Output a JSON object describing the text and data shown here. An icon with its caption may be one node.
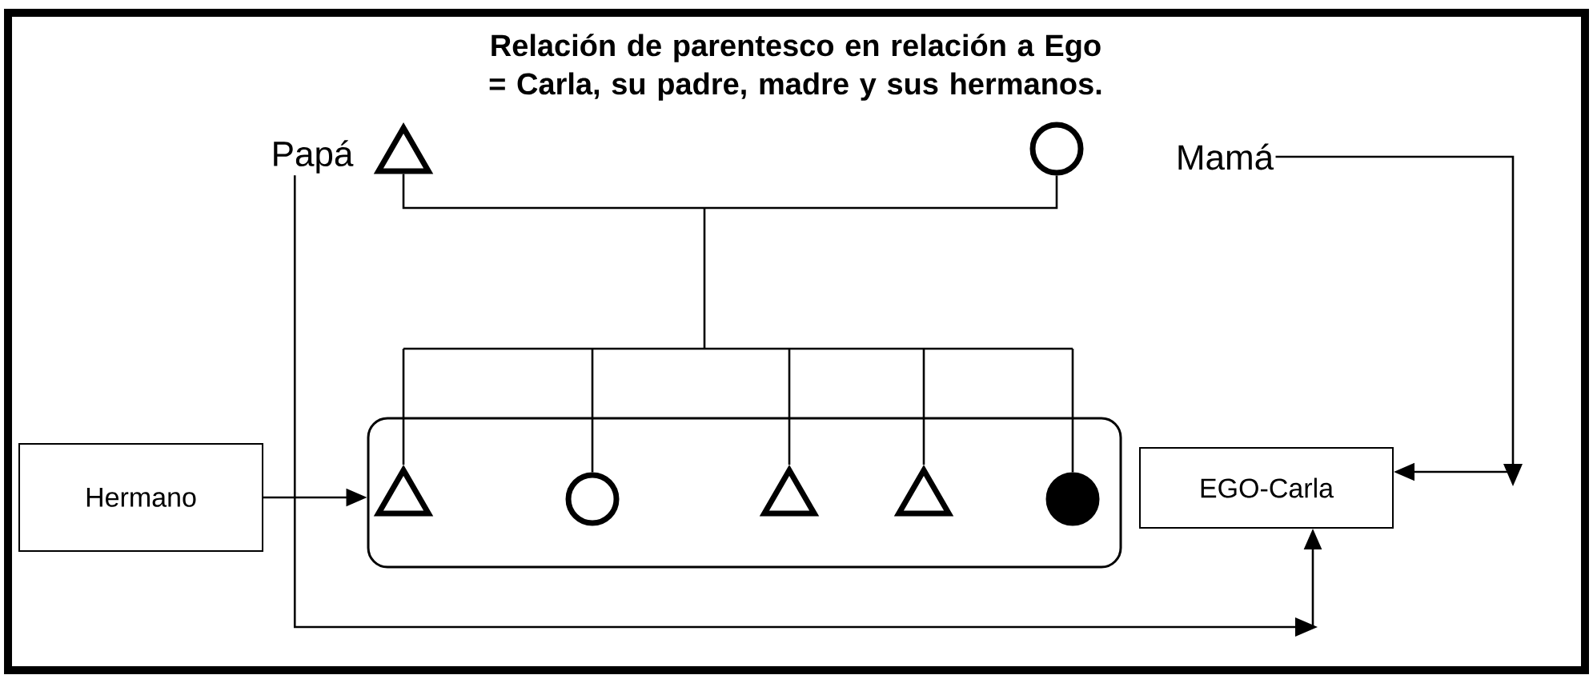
{
  "diagram": {
    "title": "Relación de parentesco en relación a Ego = Carla, su padre, madre y sus hermanos.",
    "nodes": [
      {
        "text": [
          "Papá"
        ]
      },
      {
        "text": [],
        "shape": "triangle"
      },
      {
        "text": [],
        "shape": "circle"
      },
      {
        "text": [
          "Mamá"
        ]
      },
      {
        "text": [],
        "shape": "box"
      },
      {
        "text": [],
        "shape": "triangle",
        "in": 4
      },
      {
        "text": [],
        "shape": "circle",
        "in": 4
      },
      {
        "text": [],
        "shape": "triangle",
        "in": 4
      },
      {
        "text": [],
        "shape": "triangle",
        "in": 4
      },
      {
        "text": [],
        "shape": "circle",
        "in": 4
      },
      {
        "text": [
          "Hermano"
        ]
      },
      {
        "text": [
          "EGO-Carla"
        ]
      }
    ],
    "edges": [
      {
        "from": 1,
        "to": 2,
        "arrow": "none"
      },
      {
        "from": 1,
        "to": 5,
        "arrow": "none"
      },
      {
        "from": 1,
        "to": 6,
        "arrow": "none"
      },
      {
        "from": 1,
        "to": 7,
        "arrow": "none"
      },
      {
        "from": 1,
        "to": 8,
        "arrow": "none"
      },
      {
        "from": 1,
        "to": 9,
        "arrow": "none"
      },
      {
        "from": 2,
        "to": 5,
        "arrow": "none"
      },
      {
        "from": 2,
        "to": 6,
        "arrow": "none"
      },
      {
        "from": 2,
        "to": 7,
        "arrow": "none"
      },
      {
        "from": 2,
        "to": 8,
        "arrow": "none"
      },
      {
        "from": 2,
        "to": 9,
        "arrow": "none"
      },
      {
        "from": 10,
        "to": 4,
        "arrow": "to"
      },
      {
        "from": 3,
        "to": 11,
        "arrow": "to"
      },
      {
        "from": 0,
        "to": 11,
        "arrow": "to"
      }
    ]
  }
}
